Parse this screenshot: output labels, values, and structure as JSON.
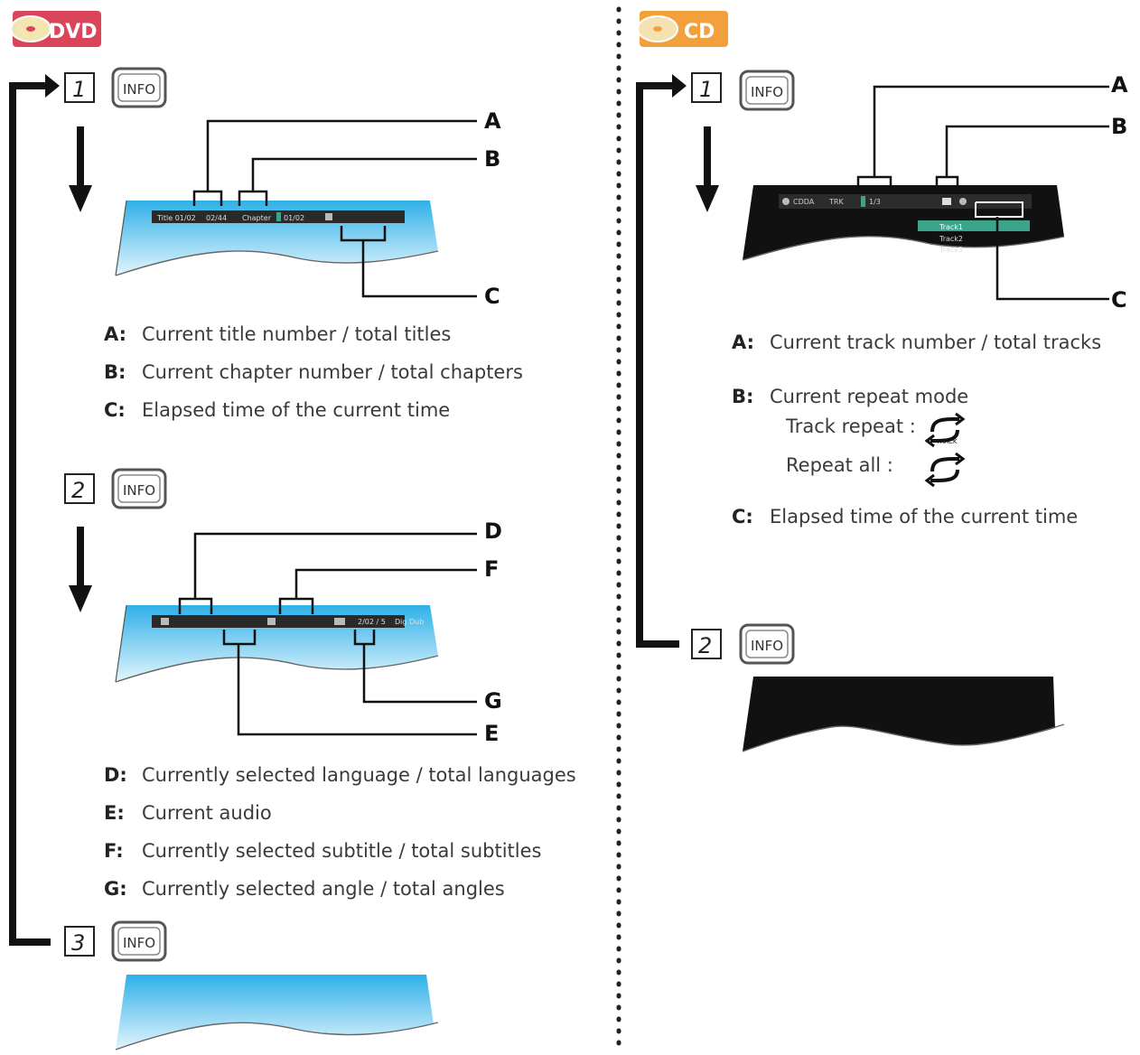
{
  "dvd": {
    "badge": "DVD",
    "steps": [
      {
        "number": "1",
        "button": "INFO"
      },
      {
        "number": "2",
        "button": "INFO"
      },
      {
        "number": "3",
        "button": "INFO"
      }
    ],
    "osd1": {
      "title_text": "Title 01/02",
      "tt_text": "02/44",
      "chapter_text": "Chapter",
      "ch_text": "01/02"
    },
    "osd2": {
      "lang_text": "2/02 / 5",
      "angle_text": "Dig Dub"
    },
    "callouts": [
      "A",
      "B",
      "C",
      "D",
      "F",
      "G",
      "E"
    ],
    "legend_1": [
      {
        "key": "A:",
        "text": "Current title number / total titles"
      },
      {
        "key": "B:",
        "text": "Current chapter number / total chapters"
      },
      {
        "key": "C:",
        "text": "Elapsed time of the current time"
      }
    ],
    "legend_2": [
      {
        "key": "D:",
        "text": "Currently  selected language / total languages"
      },
      {
        "key": "E:",
        "text": "Current audio"
      },
      {
        "key": "F:",
        "text": "Currently  selected subtitle / total subtitles"
      },
      {
        "key": "G:",
        "text": "Currently selected angle / total angles"
      }
    ]
  },
  "cd": {
    "badge": "CD",
    "steps": [
      {
        "number": "1",
        "button": "INFO"
      },
      {
        "number": "2",
        "button": "INFO"
      }
    ],
    "osd1": {
      "cdda_text": "CDDA",
      "trk_text": "TRK",
      "trk_num": "1/3",
      "tracks": [
        "Track1",
        "Track2",
        "Track3"
      ]
    },
    "callouts": [
      "A",
      "B",
      "C"
    ],
    "legend": [
      {
        "key": "A:",
        "text": "Current track number / total tracks"
      },
      {
        "key": "B:",
        "text": "Current repeat mode"
      },
      {
        "key": "C:",
        "text": "Elapsed time of the current time"
      }
    ],
    "repeat_modes": [
      {
        "label": "Track repeat :",
        "icon": "repeat-track-icon",
        "icon_text": "TRACK"
      },
      {
        "label": "Repeat all :",
        "icon": "repeat-all-icon"
      }
    ]
  },
  "colors": {
    "dvd_badge": "#d9465a",
    "cd_badge": "#f2a03c",
    "osd_blue_top": "#3ab3e6",
    "osd_blue_bottom": "#d8f0fb",
    "osd_bar": "#2a2a2a",
    "highlight": "#3aa58a"
  }
}
